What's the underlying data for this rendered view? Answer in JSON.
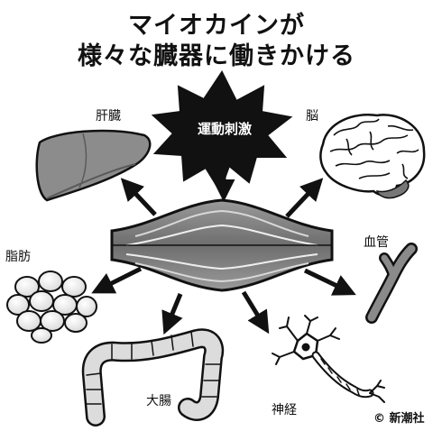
{
  "title": {
    "line1": "マイオカインが",
    "line2": "様々な臓器に働きかける"
  },
  "center": {
    "stimulus_label": "運動刺激"
  },
  "organs": {
    "liver": "肝臓",
    "brain": "脳",
    "fat": "脂肪",
    "vessel": "血管",
    "intestine": "大腸",
    "nerve": "神経"
  },
  "credit": "© 新潮社"
}
